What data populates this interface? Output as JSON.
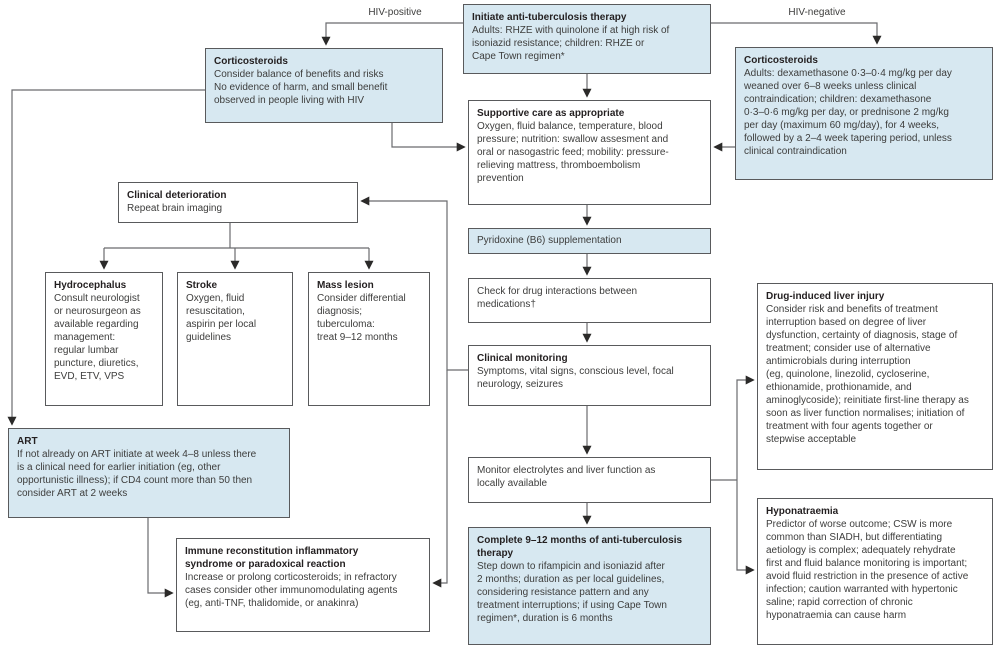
{
  "labels": {
    "hiv_positive": "HIV-positive",
    "hiv_negative": "HIV-negative"
  },
  "boxes": {
    "initiate": {
      "title": "Initiate anti-tuberculosis therapy",
      "body": "Adults: RHZE with quinolone if at high risk of\nisoniazid resistance; children: RHZE or\nCape Town regimen*"
    },
    "corticosteroids_hiv_positive": {
      "title": "Corticosteroids",
      "body": "Consider balance of benefits and risks\nNo evidence of harm, and small benefit\nobserved in people living with HIV"
    },
    "corticosteroids_hiv_negative": {
      "title": "Corticosteroids",
      "body": "Adults: dexamethasone 0·3–0·4 mg/kg per day\nweaned over 6–8 weeks unless clinical\ncontraindication; children: dexamethasone\n0·3–0·6 mg/kg per day, or prednisone 2 mg/kg\nper day (maximum 60 mg/day), for 4 weeks,\nfollowed by a 2–4 week tapering period, unless\nclinical contraindication"
    },
    "supportive_care": {
      "title": "Supportive care as appropriate",
      "body": "Oxygen, fluid balance, temperature, blood\npressure; nutrition: swallow assesment and\noral or nasogastric feed; mobility: pressure-\nrelieving mattress, thromboembolism\nprevention"
    },
    "pyridoxine": {
      "body": "Pyridoxine (B6) supplementation"
    },
    "drug_interactions": {
      "body": "Check for drug interactions between\nmedications†"
    },
    "clinical_monitoring": {
      "title": "Clinical monitoring",
      "body": "Symptoms, vital signs, conscious level, focal\nneurology, seizures"
    },
    "monitor_electrolytes": {
      "body": "Monitor electrolytes and liver function as\nlocally available"
    },
    "complete_therapy": {
      "title": "Complete 9–12 months of anti-tuberculosis\ntherapy",
      "body": "Step down to rifampicin and isoniazid after\n2 months; duration as per local guidelines,\nconsidering resistance pattern and any\ntreatment interruptions; if using Cape Town\nregimen*, duration is 6 months"
    },
    "clinical_deterioration": {
      "title": "Clinical deterioration",
      "body": "Repeat brain imaging"
    },
    "hydrocephalus": {
      "title": "Hydrocephalus",
      "body": "Consult neurologist\nor neurosurgeon as\navailable regarding\nmanagement:\nregular lumbar\npuncture, diuretics,\nEVD, ETV, VPS"
    },
    "stroke": {
      "title": "Stroke",
      "body": "Oxygen, fluid\nresuscitation,\naspirin per local\nguidelines"
    },
    "mass_lesion": {
      "title": "Mass lesion",
      "body": "Consider differential\ndiagnosis;\ntuberculoma:\ntreat 9–12 months"
    },
    "art": {
      "title": "ART",
      "body": "If not already on ART initiate at week 4–8 unless there\nis a clinical need for earlier initiation (eg, other\nopportunistic illness); if CD4 count more than 50 then\nconsider ART at 2 weeks"
    },
    "iris": {
      "title": "Immune reconstitution inflammatory\nsyndrome or paradoxical reaction",
      "body": "Increase or prolong corticosteroids; in refractory\ncases consider other immunomodulating agents\n(eg, anti-TNF, thalidomide, or anakinra)"
    },
    "liver_injury": {
      "title": "Drug-induced liver injury",
      "body": "Consider risk and benefits of treatment\ninterruption based on degree of liver\ndysfunction, certainty of diagnosis, stage of\ntreatment; consider use of alternative\nantimicrobials during interruption\n(eg, quinolone, linezolid, cycloserine,\nethionamide, prothionamide, and\naminoglycoside); reinitiate first-line therapy as\nsoon as liver function normalises; initiation of\ntreatment with four agents together or\nstepwise acceptable"
    },
    "hyponatraemia": {
      "title": "Hyponatraemia",
      "body": "Predictor of worse outcome; CSW is more\ncommon than SIADH, but differentiating\naetiology is complex; adequately rehydrate\nfirst and fluid balance monitoring is important;\navoid fluid restriction in the presence of active\ninfection; caution warranted with hypertonic\nsaline; rapid correction of chronic\nhyponatraemia can cause harm"
    }
  },
  "colors": {
    "highlight_fill": "#d7e8f1",
    "box_border": "#595a5c",
    "connector_line": "#6a6b6e",
    "arrowhead": "#2b2a29",
    "title_text": "#231f20",
    "body_text": "#3d3d3c"
  }
}
